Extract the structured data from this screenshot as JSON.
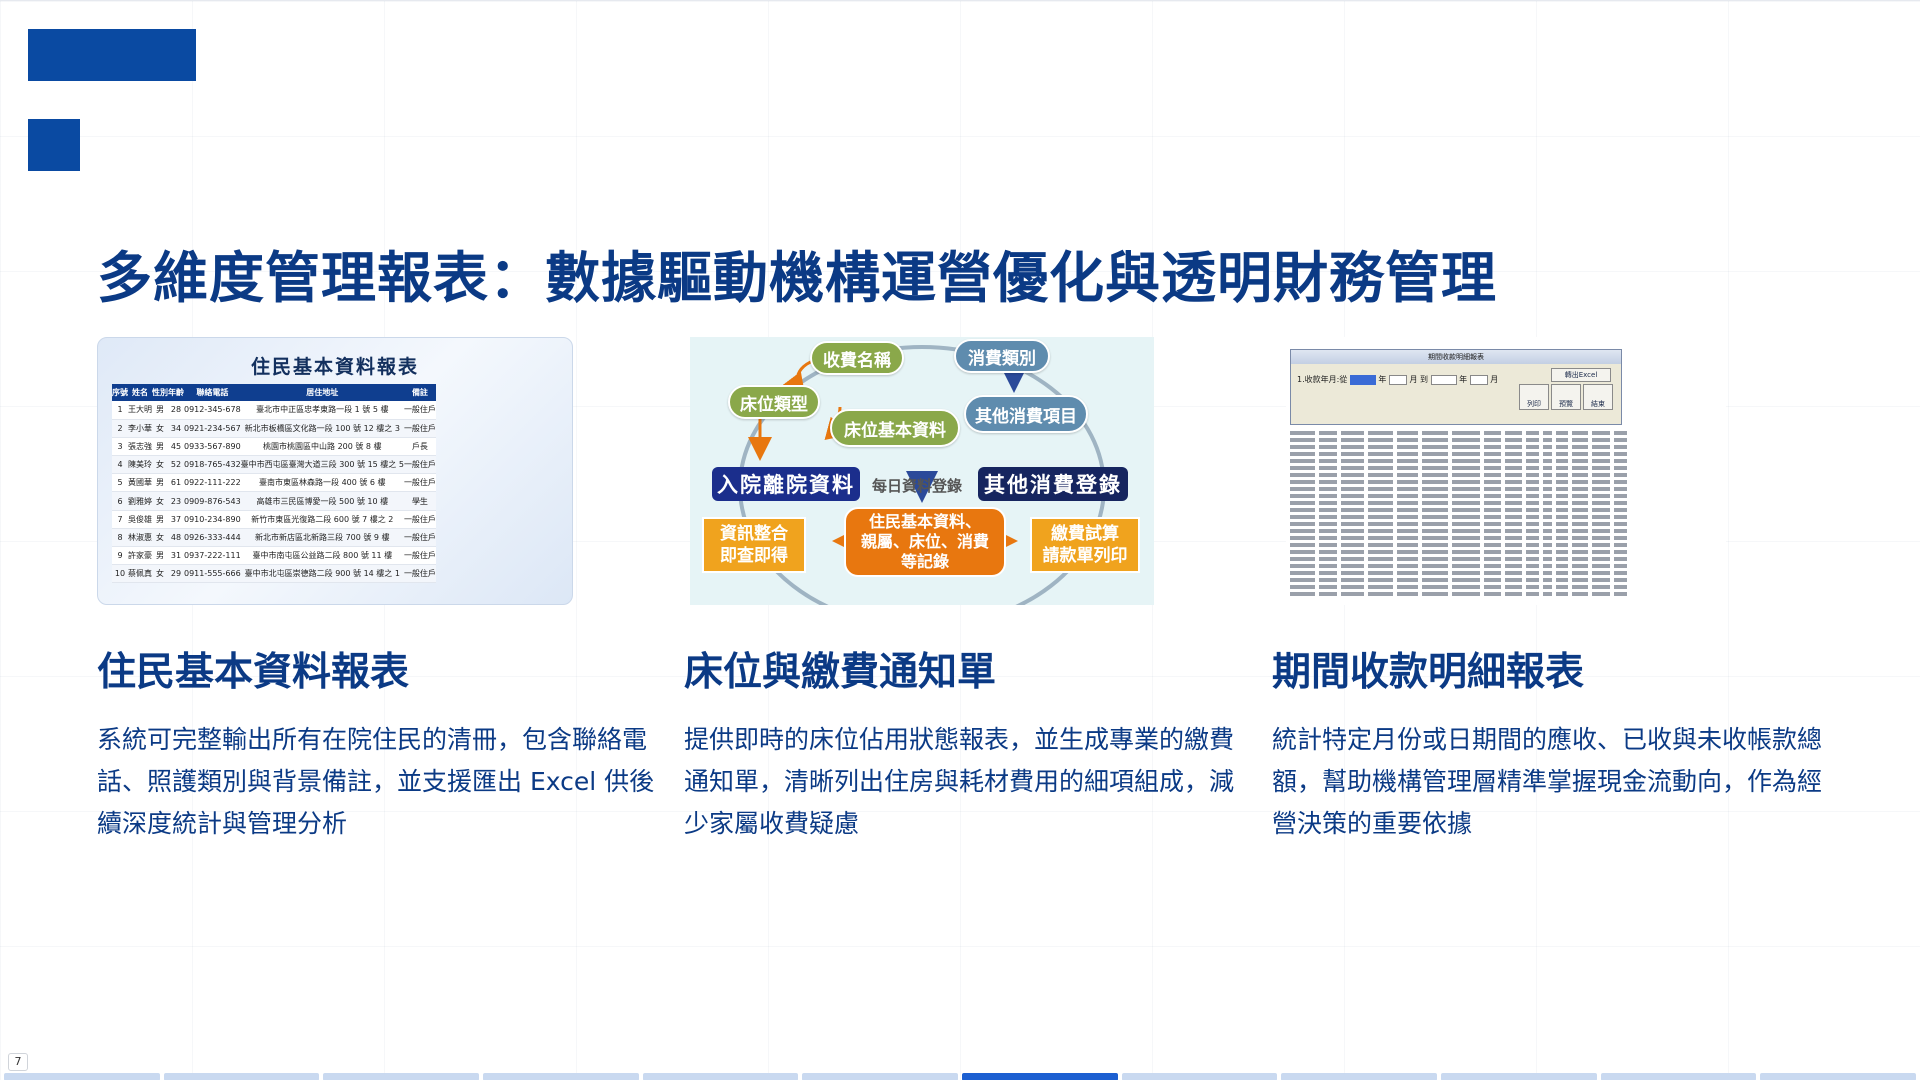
{
  "slide": {
    "title": "多維度管理報表：數據驅動機構運營優化與透明財務管理",
    "page_number": "7",
    "progress": {
      "segments": 12,
      "current": 6
    }
  },
  "card1": {
    "title": "住民基本資料報表",
    "headers": [
      "序號",
      "姓名",
      "性別",
      "年齡",
      "聯絡電話",
      "居住地址",
      "備註"
    ],
    "rows": [
      [
        "1",
        "王大明",
        "男",
        "28",
        "0912-345-678",
        "臺北市中正區忠孝東路一段 1 號 5 樓",
        "一般住戶"
      ],
      [
        "2",
        "李小華",
        "女",
        "34",
        "0921-234-567",
        "新北市板橋區文化路一段 100 號 12 樓之 3",
        "一般住戶"
      ],
      [
        "3",
        "張志強",
        "男",
        "45",
        "0933-567-890",
        "桃園市桃園區中山路 200 號 8 樓",
        "戶長"
      ],
      [
        "4",
        "陳美玲",
        "女",
        "52",
        "0918-765-432",
        "臺中市西屯區臺灣大道三段 300 號 15 樓之 5",
        "一般住戶"
      ],
      [
        "5",
        "黃國華",
        "男",
        "61",
        "0922-111-222",
        "臺南市東區林森路一段 400 號 6 樓",
        "一般住戶"
      ],
      [
        "6",
        "劉雅婷",
        "女",
        "23",
        "0909-876-543",
        "高雄市三民區博愛一段 500 號 10 樓",
        "學生"
      ],
      [
        "7",
        "吳俊雄",
        "男",
        "37",
        "0910-234-890",
        "新竹市東區光復路二段 600 號 7 樓之 2",
        "一般住戶"
      ],
      [
        "8",
        "林淑惠",
        "女",
        "48",
        "0926-333-444",
        "新北市新店區北新路三段 700 號 9 樓",
        "一般住戶"
      ],
      [
        "9",
        "許家豪",
        "男",
        "31",
        "0937-222-111",
        "臺中市南屯區公益路二段 800 號 11 樓",
        "一般住戶"
      ],
      [
        "10",
        "蔡佩真",
        "女",
        "29",
        "0911-555-666",
        "臺中市北屯區崇德路二段 900 號 14 樓之 1",
        "一般住戶"
      ]
    ]
  },
  "card2": {
    "fee_name": "收費名稱",
    "consume_type": "消費類別",
    "bed_type": "床位類型",
    "bed_info": "床位基本資料",
    "other_items": "其他消費項目",
    "admit_discharge": "入院離院資料",
    "daily_entry": "每日資料登錄",
    "other_consume_entry": "其他消費登錄",
    "integrate": "資訊整合\n即查即得",
    "center": "住民基本資料、\n親屬、床位、消費\n等記錄",
    "billing": "繳費試算\n請款單列印"
  },
  "card3": {
    "window_title": "期間收款明細報表",
    "filter_label": "1.收款年月:從",
    "year_label": "年",
    "month_label": "月 到",
    "year_label_2": "年",
    "month_label_2": "月",
    "export_label": "轉出Excel",
    "btn_print": "列印",
    "btn_preview": "預覽",
    "btn_exit": "結束"
  },
  "columns": [
    {
      "heading": "住民基本資料報表",
      "body": "系統可完整輸出所有在院住民的清冊，包含聯絡電話、照護類別與背景備註，並支援匯出 Excel 供後續深度統計與管理分析"
    },
    {
      "heading": "床位與繳費通知單",
      "body": "提供即時的床位佔用狀態報表，並生成專業的繳費通知單，清晰列出住房與耗材費用的細項組成，減少家屬收費疑慮"
    },
    {
      "heading": "期間收款明細報表",
      "body": "統計特定月份或日期間的應收、已收與未收帳款總額，幫助機構管理層精準掌握現金流動向，作為經營決策的重要依據"
    }
  ]
}
